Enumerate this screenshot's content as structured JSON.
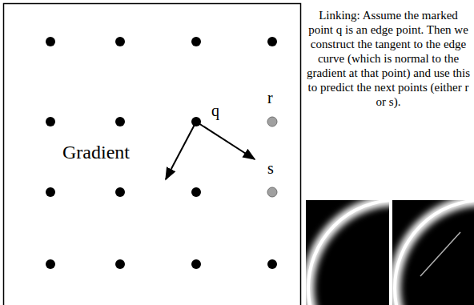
{
  "diagram": {
    "labels": [
      "q",
      "r",
      "s",
      "Gradient",
      "Linking: Assume the marked point q is an edge point. Then we construct the tangent to the edge curve (which is normal to the gradient at that point) and use this to predict the next points (either r or s)."
    ]
  }
}
